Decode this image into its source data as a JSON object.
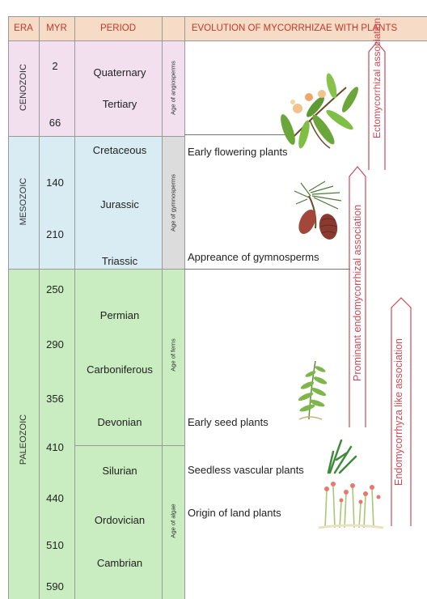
{
  "header": {
    "era": "ERA",
    "myr": "MYR",
    "period": "PERIOD",
    "evolution": "EVOLUTION OF MYCORRHIZAE WITH PLANTS"
  },
  "eras": [
    {
      "name": "CENOZOIC",
      "color": "#f2e0ef"
    },
    {
      "name": "MESOZOIC",
      "color": "#d9ecf4"
    },
    {
      "name": "PALEOZOIC",
      "color": "#c9ecc0"
    }
  ],
  "myr": [
    "2",
    "66",
    "140",
    "210",
    "250",
    "290",
    "356",
    "410",
    "440",
    "510",
    "590"
  ],
  "periods": [
    "Quaternary",
    "Tertiary",
    "Cretaceous",
    "Jurassic",
    "Triassic",
    "Permian",
    "Carboniferous",
    "Devonian",
    "Silurian",
    "Ordovician",
    "Cambrian"
  ],
  "ages": [
    "Age of angiosperms",
    "Age of gymnosperms",
    "Age of ferns",
    "Age of algae"
  ],
  "events": [
    "Early flowering plants",
    "Appreance of gymnosperms",
    "Early seed plants",
    "Seedless vascular plants",
    "Origin of land plants"
  ],
  "associations": [
    "Ectomycorrhizal association",
    "Prominant endomycorrhizal association",
    "Endomycorrhyza like association"
  ],
  "colors": {
    "accent": "#c0392b",
    "arrow": "#c94a56",
    "header_bg": "#f6dcc6"
  }
}
